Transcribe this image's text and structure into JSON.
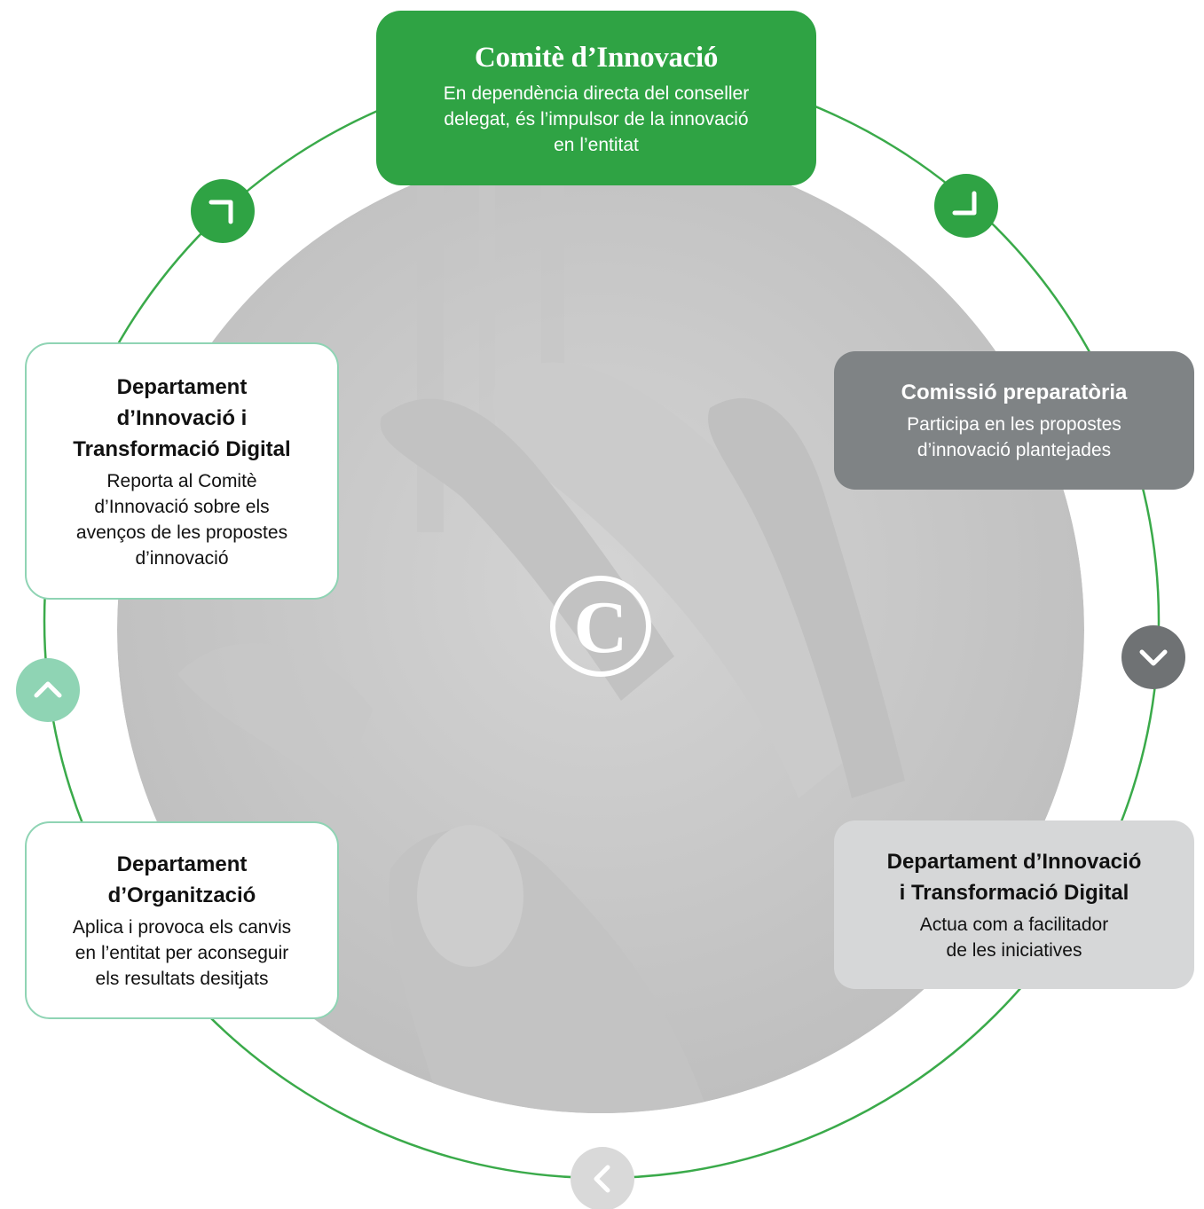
{
  "colors": {
    "green": "#2fa344",
    "ring": "#3aaa4a",
    "mint": "#8fd4b4",
    "dark_gray": "#7f8385",
    "light_gray": "#d6d7d8",
    "photo_gray": "#cfcfcf"
  },
  "center_logo": {
    "glyph": "C"
  },
  "boxes": {
    "top": {
      "title": "Comitè d’Innovació",
      "desc": [
        "En dependència directa del conseller",
        "delegat, és l’impulsor de la innovació",
        "en l’entitat"
      ]
    },
    "right_top": {
      "title": "Comissió preparatòria",
      "desc": [
        "Participa en les propostes",
        "d’innovació plantejades"
      ]
    },
    "right_bottom": {
      "title": [
        "Departament d’Innovació",
        "i Transformació Digital"
      ],
      "desc": [
        "Actua com a facilitador",
        "de les iniciatives"
      ]
    },
    "left_top": {
      "title": [
        "Departament",
        "d’Innovació i",
        "Transformació Digital"
      ],
      "desc": [
        "Reporta al Comitè",
        "d’Innovació sobre els",
        "avenços de les propostes",
        "d’innovació"
      ]
    },
    "left_bottom": {
      "title": [
        "Departament",
        "d’Organització"
      ],
      "desc": [
        "Aplica i provoca els canvis",
        "en l’entitat per aconseguir",
        "els resultats desitjats"
      ]
    }
  },
  "nav_icons": [
    {
      "name": "corner-top-right-icon",
      "color": "#2fa344"
    },
    {
      "name": "corner-bottom-right-icon",
      "color": "#2fa344"
    },
    {
      "name": "chevron-down-icon",
      "color": "#6f7274"
    },
    {
      "name": "chevron-left-icon",
      "color": "#d9d9d9"
    },
    {
      "name": "chevron-up-icon",
      "color": "#8fd4b4"
    }
  ]
}
